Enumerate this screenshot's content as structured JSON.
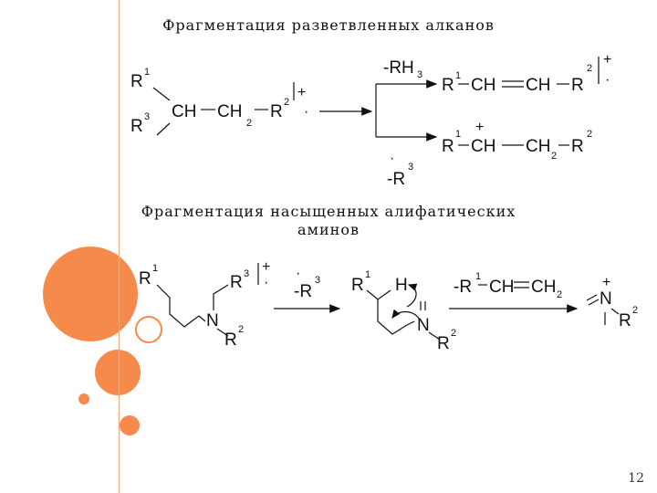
{
  "slide": {
    "title1": "Фрагментация разветвленных алканов",
    "title2_line1": "Фрагментация насыщенных алифатических",
    "title2_line2": "аминов",
    "page_number": "12"
  },
  "scheme1": {
    "r1": "R",
    "r1_sup": "1",
    "r3": "R",
    "r3_sup": "3",
    "ch": "CH",
    "ch2": "CH",
    "ch2_sub": "2",
    "r2": "R",
    "r2_sup": "2",
    "charge": "+",
    "radical": "·",
    "loss_top": "-RH",
    "loss_top_sub": "3",
    "loss_bottom": "-R",
    "loss_bottom_sup": "3",
    "loss_bottom_dot": "·",
    "prod1_r1": "R",
    "prod1_r1_sup": "1",
    "prod1_ch_a": "CH",
    "prod1_ch_b": "CH",
    "prod1_r2": "R",
    "prod1_r2_sup": "2",
    "prod1_charge": "+",
    "prod1_dot": "·",
    "prod2_r1": "R",
    "prod2_r1_sup": "1",
    "prod2_ch_a": "CH",
    "prod2_charge": "+",
    "prod2_ch_b": "CH",
    "prod2_ch_b_sub": "2",
    "prod2_r2": "R",
    "prod2_r2_sup": "2"
  },
  "scheme2": {
    "r1": "R",
    "r1_sup": "1",
    "r3": "R",
    "r3_sup": "3",
    "n": "N",
    "r2": "R",
    "r2_sup": "2",
    "charge": "+",
    "radical": "·",
    "loss1": "-R",
    "loss1_sup": "3",
    "loss1_dot": "·",
    "int_r1": "R",
    "int_r1_sup": "1",
    "int_h": "H",
    "int_n": "N",
    "int_r2": "R",
    "int_r2_sup": "2",
    "loss2": "-R",
    "loss2_sup": "1",
    "loss2_ch": "CH",
    "loss2_ch2": "CH",
    "loss2_ch2_sub": "2",
    "prod_n": "N",
    "prod_charge": "+",
    "prod_r2": "R",
    "prod_r2_sup": "2"
  },
  "colors": {
    "accent": "#f58a4b",
    "accent_line": "#f0a878",
    "text": "#111111"
  }
}
